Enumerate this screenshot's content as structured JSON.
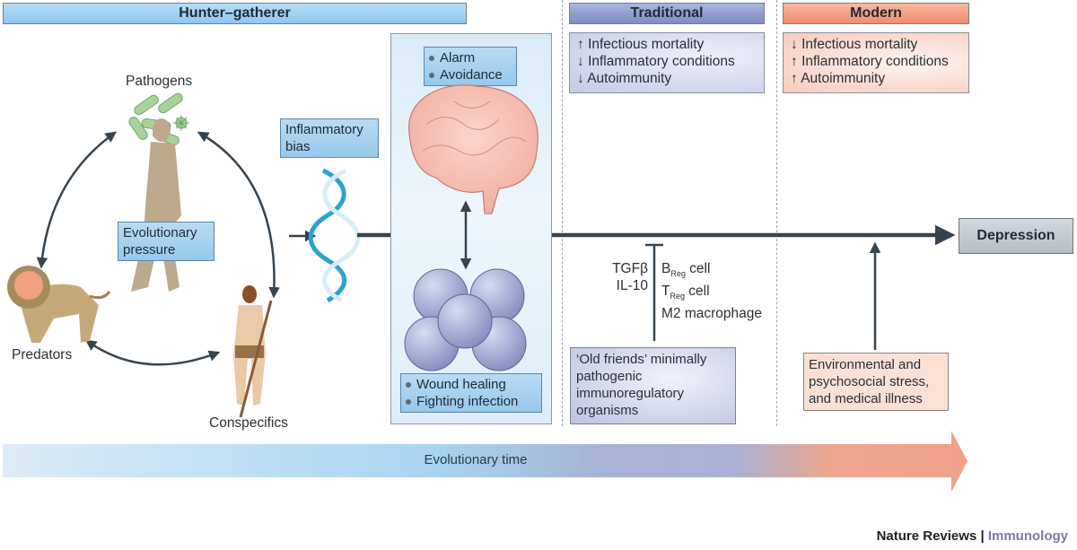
{
  "eras": {
    "hunter_gatherer": "Hunter–gatherer",
    "traditional": "Traditional",
    "modern": "Modern"
  },
  "traditional_effects": [
    {
      "direction": "up",
      "symbol": "↑",
      "text": "Infectious mortality"
    },
    {
      "direction": "down",
      "symbol": "↓",
      "text": "Inflammatory conditions"
    },
    {
      "direction": "down",
      "symbol": "↓",
      "text": "Autoimmunity"
    }
  ],
  "modern_effects": [
    {
      "direction": "down",
      "symbol": "↓",
      "text": "Infectious mortality"
    },
    {
      "direction": "up",
      "symbol": "↑",
      "text": "Inflammatory conditions"
    },
    {
      "direction": "up",
      "symbol": "↑",
      "text": "Autoimmunity"
    }
  ],
  "cycle": {
    "pathogens": "Pathogens",
    "predators": "Predators",
    "conspecifics": "Conspecifics",
    "evolutionary_pressure": [
      "Evolutionary",
      "pressure"
    ]
  },
  "inflammatory_bias": [
    "Inflammatory",
    "bias"
  ],
  "brain_functions": [
    "Alarm",
    "Avoidance"
  ],
  "immune_functions": [
    "Wound healing",
    "Fighting infection"
  ],
  "regulators": {
    "cytokines": [
      "TGFβ",
      "IL-10"
    ],
    "cells": [
      {
        "main": "B",
        "sub": "Reg",
        "rest": " cell"
      },
      {
        "main": "T",
        "sub": "Reg",
        "rest": " cell"
      },
      {
        "main": "M2 macrophage",
        "sub": "",
        "rest": ""
      }
    ]
  },
  "old_friends": "‘Old friends’ minimally pathogenic immunoregulatory organisms",
  "environmental_stress": "Environmental and psychosocial stress, and medical illness",
  "outcome": "Depression",
  "time_axis": "Evolutionary time",
  "credit": {
    "journal": "Nature Reviews",
    "separator": " | ",
    "section": "Immunology"
  },
  "colors": {
    "hunter_gatherer": "#9fd0f3",
    "traditional": "#8d9bcc",
    "modern": "#f39c80",
    "arrow": "#36444f"
  }
}
